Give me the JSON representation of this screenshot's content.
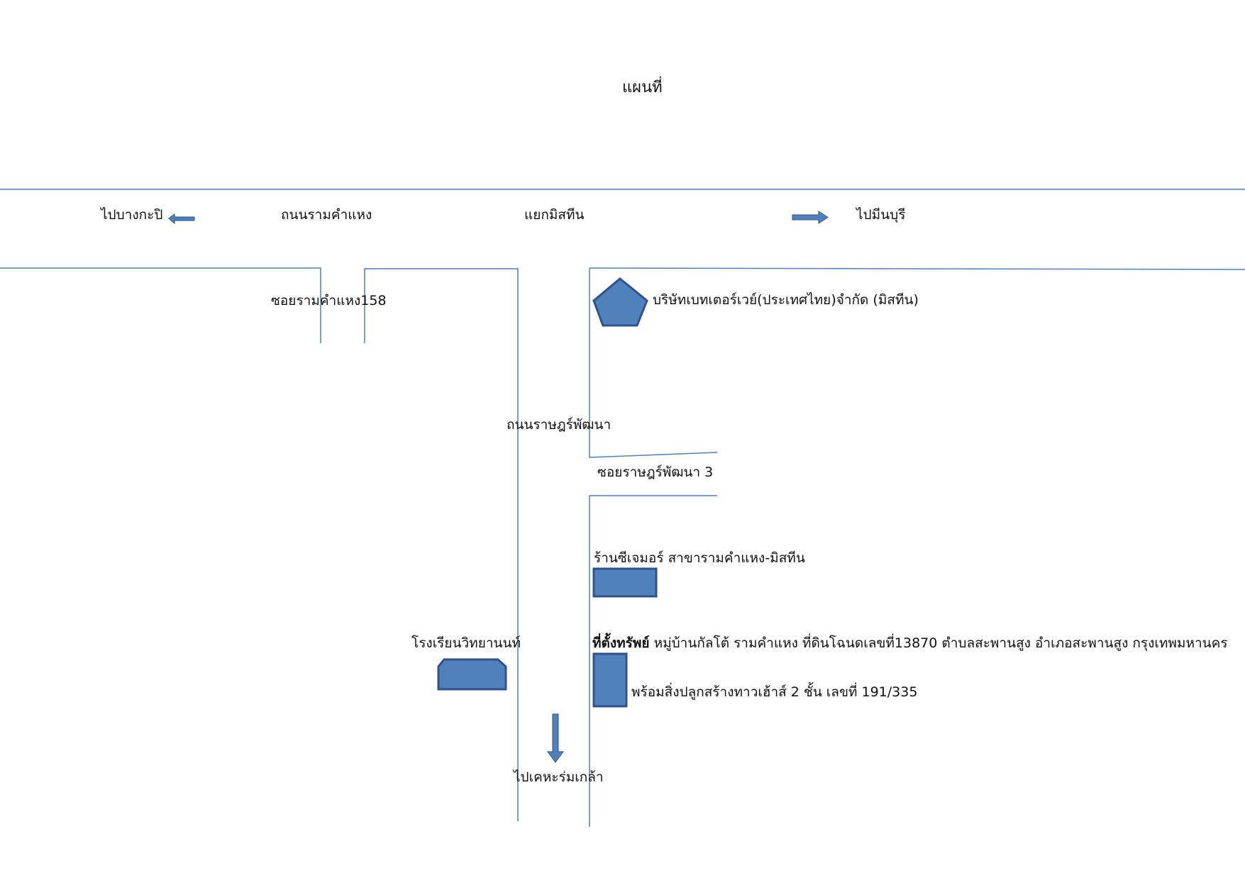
{
  "title": "แผนที่",
  "colors": {
    "road": "#4f81bd",
    "marker_fill": "#4f81bd",
    "marker_stroke": "#2f528f"
  },
  "labels": {
    "to_bangkapi": "ไปบางกะปิ",
    "ramkhamhaeng_rd": "ถนนรามคำแหง",
    "mistine_junction": "แยกมิสทีน",
    "to_minburi": "ไปมีนบุรี",
    "soi_ramkhamhaeng_158": "ซอยรามคำแหง158",
    "better_way": "บริษัทเบทเตอร์เวย์(ประเทศไทย)จำกัด  (มิสทีน)",
    "ratpattana_rd": "ถนนราษฎร์พัฒนา",
    "soi_ratpattana_3": "ซอยราษฎร์พัฒนา 3",
    "cj_more": "ร้านซีเจมอร์ สาขารามคำแหง-มิสทีน",
    "school": "โรงเรียนวิทยานนท์",
    "property_bold": "ที่ตั้งทรัพย์",
    "property_text": " หมู่บ้านกัลโต้ รามคำแหง ที่ดินโฉนดเลขที่13870 ตำบลสะพานสูง อำเภอสะพานสูง  กรุงเทพมหานคร",
    "building_text": "พร้อมสิ่งปลูกสร้างทาวเฮ้าส์ 2 ชั้น เลขที่ 191/335",
    "to_ket_ruamklao": "ไปเคหะร่มเกล้า"
  },
  "icons": {
    "arrow_left": "arrow-left-icon",
    "arrow_right": "arrow-right-icon",
    "arrow_down": "arrow-down-icon",
    "pentagon": "pentagon-icon",
    "rect": "rectangle-icon",
    "octagon": "snipped-rectangle-icon"
  }
}
